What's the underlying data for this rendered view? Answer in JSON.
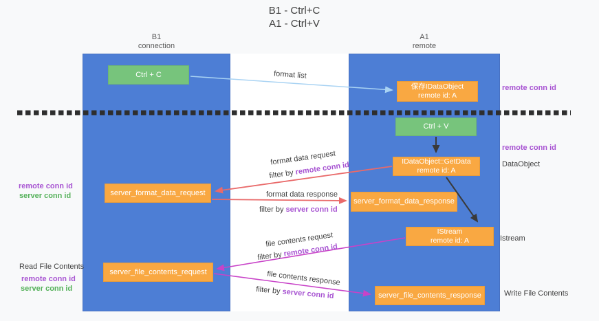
{
  "title": {
    "line1": "B1 - Ctrl+C",
    "line2": "A1 - Ctrl+V"
  },
  "columns": {
    "left": {
      "name": "B1",
      "subtitle": "connection"
    },
    "right": {
      "name": "A1",
      "subtitle": "remote"
    }
  },
  "boxes": {
    "ctrl_c": {
      "label": "Ctrl + C"
    },
    "save_idataobject": {
      "line1": "保存IDataObject",
      "line2": "remote id: A"
    },
    "ctrl_v": {
      "label": "Ctrl + V"
    },
    "getdata": {
      "line1": "IDataObject::GetData",
      "line2": "remote id: A"
    },
    "format_request": {
      "label": "server_format_data_request"
    },
    "format_response": {
      "label": "server_format_data_response"
    },
    "istream": {
      "line1": "IStream",
      "line2": "remote id: A"
    },
    "file_request": {
      "label": "server_file_contents_request"
    },
    "file_response": {
      "label": "server_file_contents_response"
    }
  },
  "flows": {
    "format_list": {
      "label": "format list"
    },
    "format_data_request": {
      "label": "format data request",
      "filter_prefix": "filter by ",
      "filter_key": "remote conn id"
    },
    "format_data_response": {
      "label": "format data response",
      "filter_prefix": "filter by ",
      "filter_key": "server conn id"
    },
    "file_contents_request": {
      "label": "file contents request",
      "filter_prefix": "filter by ",
      "filter_key": "remote conn id"
    },
    "file_contents_response": {
      "label": "file contents response",
      "filter_prefix": "filter by ",
      "filter_key": "server conn id"
    }
  },
  "side_labels": {
    "remote_conn_id_top": "remote conn id",
    "remote_conn_id_ctrl_v": "remote conn id",
    "dataobject": "DataObject",
    "istream": "Istream",
    "write_file_contents": "Write File Contents",
    "read_file_contents": "Read File Contents",
    "format_remote_conn_id": "remote conn id",
    "format_server_conn_id": "server conn id",
    "file_remote_conn_id": "remote conn id",
    "file_server_conn_id": "server conn id"
  },
  "colors": {
    "page-bg": "#f8f9fa",
    "panel-white": "#ffffff",
    "column-blue": "#4d7ed5",
    "box-orange": "#f9a842",
    "box-green": "#77c47c",
    "arrow-lightblue": "#a9d3f3",
    "arrow-red": "#e96a6a",
    "arrow-magenta": "#c843c8",
    "arrow-black": "#3a3a3a",
    "text-purple": "#a855d2",
    "text-green": "#55b15a",
    "text-dark": "#3f3f3f",
    "text-gray": "#595959"
  }
}
